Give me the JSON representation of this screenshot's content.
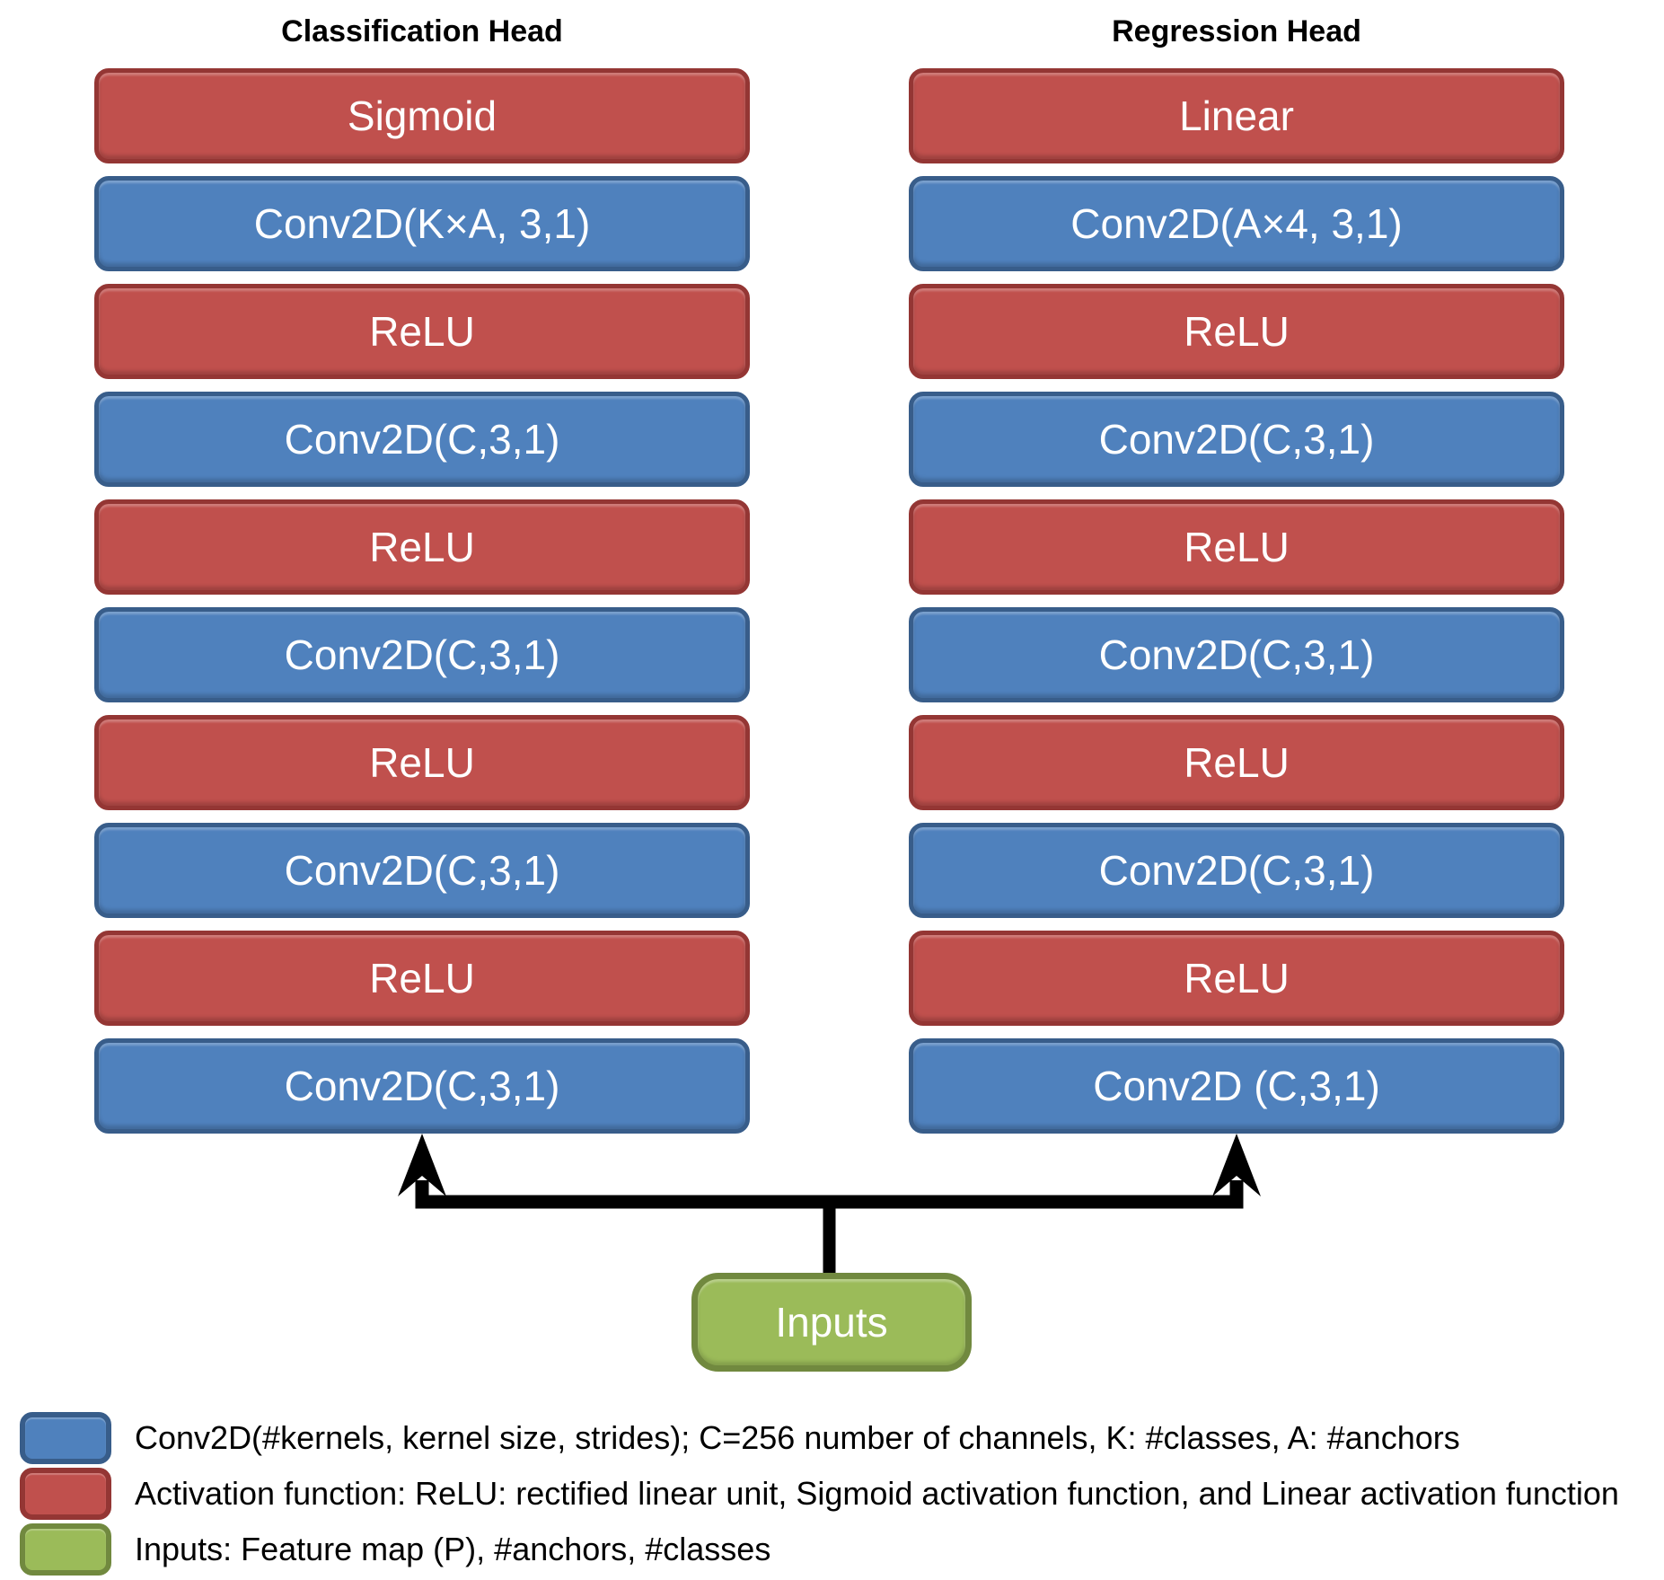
{
  "columns": [
    {
      "title": "Classification Head",
      "layers": [
        {
          "label": "Sigmoid",
          "type": "activation"
        },
        {
          "label": "Conv2D(K×A, 3,1)",
          "type": "conv"
        },
        {
          "label": "ReLU",
          "type": "activation"
        },
        {
          "label": "Conv2D(C,3,1)",
          "type": "conv"
        },
        {
          "label": "ReLU",
          "type": "activation"
        },
        {
          "label": "Conv2D(C,3,1)",
          "type": "conv"
        },
        {
          "label": "ReLU",
          "type": "activation"
        },
        {
          "label": "Conv2D(C,3,1)",
          "type": "conv"
        },
        {
          "label": "ReLU",
          "type": "activation"
        },
        {
          "label": "Conv2D(C,3,1)",
          "type": "conv"
        }
      ]
    },
    {
      "title": "Regression Head",
      "layers": [
        {
          "label": "Linear",
          "type": "activation"
        },
        {
          "label": "Conv2D(A×4, 3,1)",
          "type": "conv"
        },
        {
          "label": "ReLU",
          "type": "activation"
        },
        {
          "label": "Conv2D(C,3,1)",
          "type": "conv"
        },
        {
          "label": "ReLU",
          "type": "activation"
        },
        {
          "label": "Conv2D(C,3,1)",
          "type": "conv"
        },
        {
          "label": "ReLU",
          "type": "activation"
        },
        {
          "label": "Conv2D(C,3,1)",
          "type": "conv"
        },
        {
          "label": "ReLU",
          "type": "activation"
        },
        {
          "label": "Conv2D (C,3,1)",
          "type": "conv"
        }
      ]
    }
  ],
  "input_node": {
    "label": "Inputs"
  },
  "legend": [
    {
      "swatch": "conv",
      "text": "Conv2D(#kernels, kernel size, strides); C=256 number of channels, K: #classes, A: #anchors"
    },
    {
      "swatch": "activation",
      "text": "Activation function: ReLU: rectified linear unit, Sigmoid activation function, and Linear activation function"
    },
    {
      "swatch": "input",
      "text": "Inputs: Feature map (P), #anchors, #classes"
    }
  ],
  "colors": {
    "conv_fill": "#4F81BD",
    "conv_border": "#385D8A",
    "activation_fill": "#C0504D",
    "activation_border": "#943634",
    "input_fill": "#9BBB59",
    "input_border": "#71893F",
    "connector": "#000000"
  }
}
